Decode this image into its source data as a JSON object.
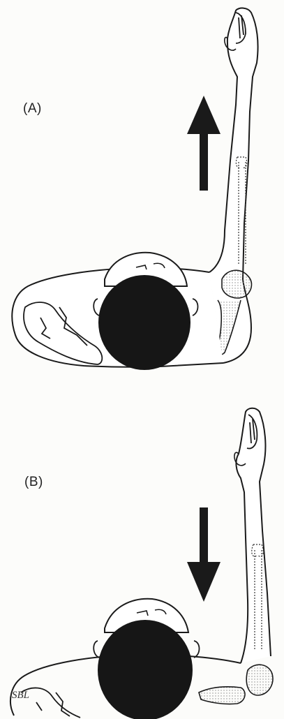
{
  "panels": [
    {
      "label": "(A)",
      "arrow_direction": "up"
    },
    {
      "label": "(B)",
      "arrow_direction": "down"
    }
  ],
  "signature": "SBL",
  "colors": {
    "ink": "#1a1a1a",
    "head_fill": "#161616",
    "background": "#fcfcfa"
  }
}
